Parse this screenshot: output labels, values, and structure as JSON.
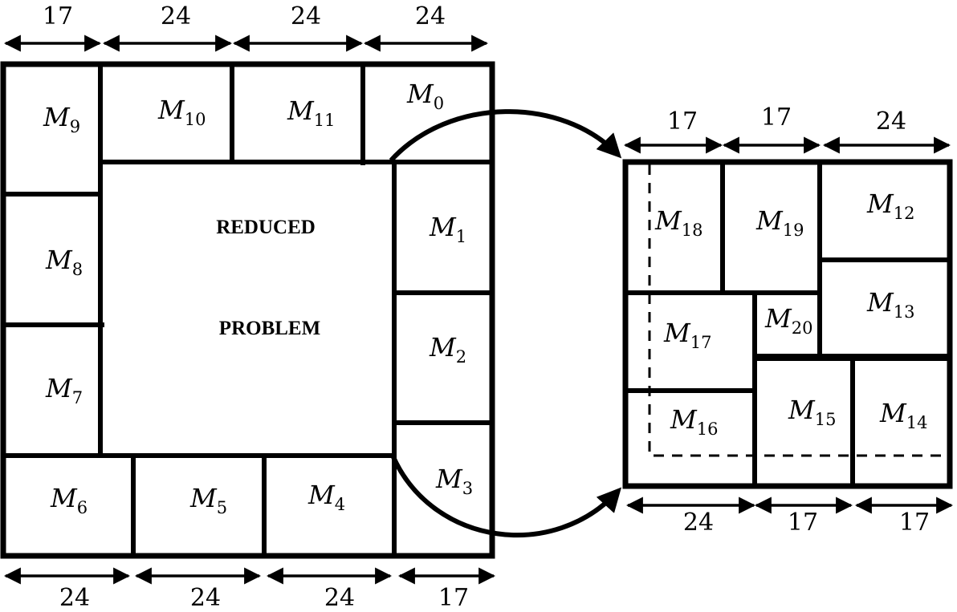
{
  "left_square": {
    "reduced_text": [
      "REDUCED",
      "PROBLEM"
    ],
    "top_dims": [
      "17",
      "24",
      "24",
      "24"
    ],
    "bottom_dims": [
      "24",
      "24",
      "24",
      "17"
    ],
    "modules": [
      {
        "base": "M",
        "sub": "9"
      },
      {
        "base": "M",
        "sub": "10"
      },
      {
        "base": "M",
        "sub": "11"
      },
      {
        "base": "M",
        "sub": "0"
      },
      {
        "base": "M",
        "sub": "8"
      },
      {
        "base": "M",
        "sub": "7"
      },
      {
        "base": "M",
        "sub": "1"
      },
      {
        "base": "M",
        "sub": "2"
      },
      {
        "base": "M",
        "sub": "3"
      },
      {
        "base": "M",
        "sub": "6"
      },
      {
        "base": "M",
        "sub": "5"
      },
      {
        "base": "M",
        "sub": "4"
      }
    ]
  },
  "right_square": {
    "top_dims": [
      "17",
      "17",
      "24"
    ],
    "bottom_dims": [
      "24",
      "17",
      "17"
    ],
    "modules": [
      {
        "base": "M",
        "sub": "18"
      },
      {
        "base": "M",
        "sub": "19"
      },
      {
        "base": "M",
        "sub": "12"
      },
      {
        "base": "M",
        "sub": "13"
      },
      {
        "base": "M",
        "sub": "17"
      },
      {
        "base": "M",
        "sub": "20"
      },
      {
        "base": "M",
        "sub": "16"
      },
      {
        "base": "M",
        "sub": "15"
      },
      {
        "base": "M",
        "sub": "14"
      }
    ]
  }
}
